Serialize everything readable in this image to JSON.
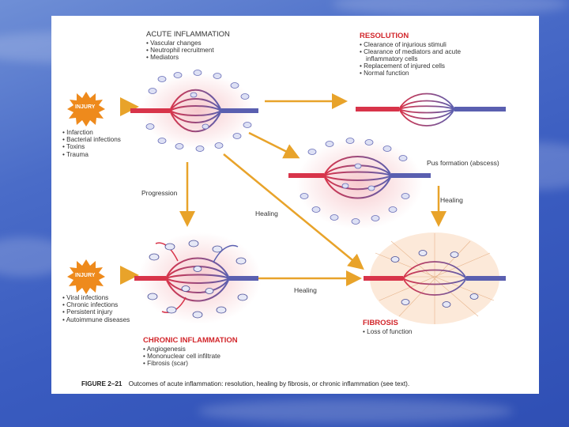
{
  "figure": {
    "acute": {
      "title": "ACUTE INFLAMMATION",
      "items": [
        "• Vascular changes",
        "• Neutrophil recruitment",
        "• Mediators"
      ]
    },
    "resolution": {
      "title": "RESOLUTION",
      "items": [
        "• Clearance of injurious stimuli",
        "• Clearance of mediators and acute",
        "  inflammatory cells",
        "• Replacement of injured cells",
        "• Normal function"
      ]
    },
    "injury_top": {
      "label": "INJURY",
      "items": [
        "• Infarction",
        "• Bacterial infections",
        "• Toxins",
        "• Trauma"
      ]
    },
    "injury_bottom": {
      "label": "INJURY",
      "items": [
        "• Viral infections",
        "• Chronic infections",
        "• Persistent injury",
        "• Autoimmune diseases"
      ]
    },
    "chronic": {
      "title": "CHRONIC INFLAMMATION",
      "items": [
        "• Angiogenesis",
        "• Mononuclear cell infiltrate",
        "• Fibrosis (scar)"
      ]
    },
    "fibrosis": {
      "title": "FIBROSIS",
      "items": [
        "• Loss of function"
      ]
    },
    "labels": {
      "pus": "Pus formation (abscess)",
      "healing_right": "Healing",
      "progression": "Progression",
      "healing_diag": "Healing",
      "healing_bottom": "Healing"
    },
    "caption": {
      "label": "FIGURE 2–21",
      "text": "Outcomes of acute inflammation: resolution, healing by fibrosis, or chronic inflammation (see text)."
    },
    "colors": {
      "arrow": "#e8a32a",
      "artery": "#d8344a",
      "vein": "#5a5fb0",
      "injury_star": "#ee8a1c",
      "heading_red": "#d2262b"
    }
  }
}
